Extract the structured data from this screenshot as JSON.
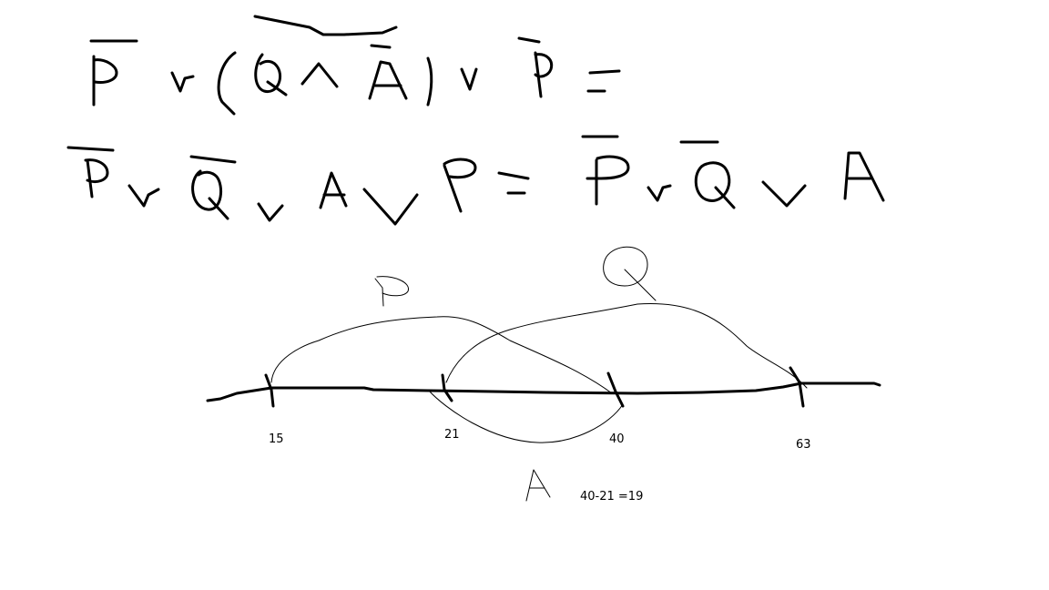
{
  "number_line": {
    "ticks": [
      {
        "id": "15",
        "label": "15"
      },
      {
        "id": "21",
        "label": "21"
      },
      {
        "id": "40",
        "label": "40"
      },
      {
        "id": "63",
        "label": "63"
      }
    ]
  },
  "arcs": [
    {
      "name": "P",
      "from": "15",
      "to": "40",
      "side": "above"
    },
    {
      "name": "Q",
      "from": "21",
      "to": "63",
      "side": "above"
    },
    {
      "name": "A",
      "from": "21",
      "to": "40",
      "side": "below"
    }
  ],
  "annotation": {
    "difference": "40-21 =19"
  },
  "colors": {
    "ink": "#000000",
    "background": "#ffffff"
  }
}
